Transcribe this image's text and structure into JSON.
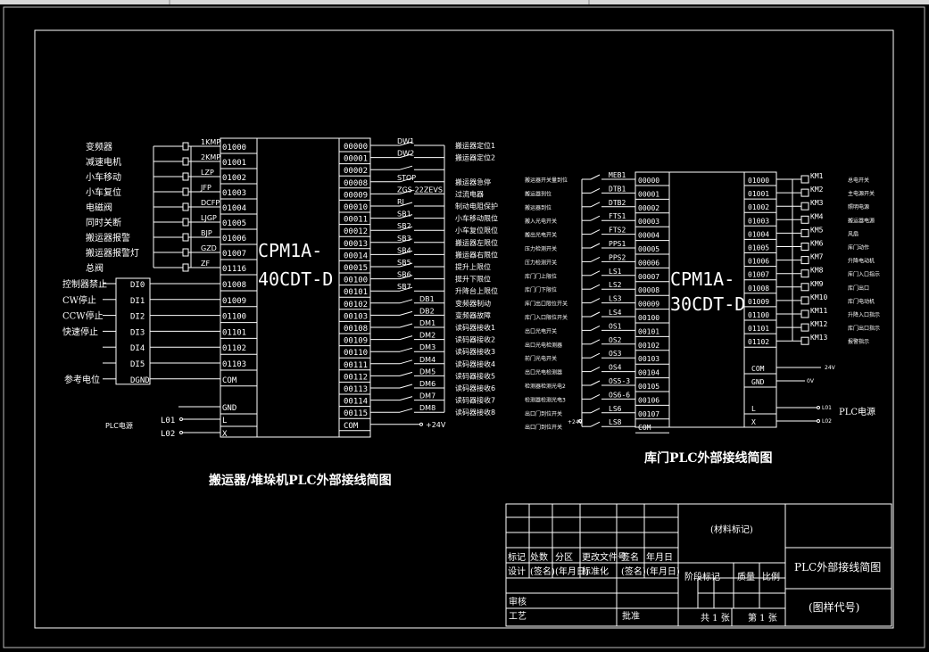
{
  "left_plc": {
    "model_line1": "CPM1A-",
    "model_line2": "40CDT-D",
    "caption": "搬运器/堆垛机PLC外部接线简图",
    "inputs": [
      {
        "label": "变频器",
        "addr": "01000",
        "switch": "1KMP"
      },
      {
        "label": "减速电机",
        "addr": "01001",
        "switch": "2KMP"
      },
      {
        "label": "小车移动",
        "addr": "01002",
        "switch": "LZP"
      },
      {
        "label": "小车复位",
        "addr": "01003",
        "switch": "JFP"
      },
      {
        "label": "电磁阀",
        "addr": "01004",
        "switch": "DCFP"
      },
      {
        "label": "同时关断",
        "addr": "01005",
        "switch": "LJGP"
      },
      {
        "label": "搬运器报警",
        "addr": "01006",
        "switch": "BJP"
      },
      {
        "label": "搬运器报警灯",
        "addr": "01007",
        "switch": "GZD"
      },
      {
        "label": "总阀",
        "addr": "01116",
        "switch": "ZF"
      }
    ],
    "di": [
      {
        "label": "控制器禁止",
        "addr": "01008",
        "pin": "DI0"
      },
      {
        "label": "CW停止",
        "addr": "01009",
        "pin": "DI1"
      },
      {
        "label": "CCW停止",
        "addr": "01100",
        "pin": "DI2"
      },
      {
        "label": "快速停止",
        "addr": "01101",
        "pin": "DI3"
      },
      {
        "label": "",
        "addr": "01102",
        "pin": "DI4"
      },
      {
        "label": "",
        "addr": "01103",
        "pin": "DI5"
      },
      {
        "label": "参考电位",
        "addr": "COM",
        "pin": "DGND"
      }
    ],
    "power": {
      "gnd": "GND",
      "l": "L",
      "x": "X",
      "label": "PLC电源",
      "l01": "L01",
      "l02": "L02"
    },
    "outputs": [
      {
        "addr": "00000",
        "switch": "DW1",
        "label": "搬运器定位1"
      },
      {
        "addr": "00001",
        "switch": "DW2",
        "label": "搬运器定位2"
      },
      {
        "addr": "00002",
        "switch": "",
        "label": ""
      },
      {
        "addr": "00008",
        "switch": "STOP",
        "label": "搬运器急停"
      },
      {
        "addr": "00009",
        "switch": "ZGS-22ZEVS",
        "label": "过流电器"
      },
      {
        "addr": "00010",
        "switch": "RJ",
        "label": "制动电阻保护"
      },
      {
        "addr": "00011",
        "switch": "SB1",
        "label": "小车移动限位"
      },
      {
        "addr": "00012",
        "switch": "SB2",
        "label": "小车复位限位"
      },
      {
        "addr": "00013",
        "switch": "SB3",
        "label": "搬运器左限位"
      },
      {
        "addr": "00014",
        "switch": "SB4",
        "label": "搬运器右限位"
      },
      {
        "addr": "00015",
        "switch": "SB5",
        "label": "提升上限位"
      },
      {
        "addr": "00100",
        "switch": "SB6",
        "label": "提升下限位"
      },
      {
        "addr": "00101",
        "switch": "SB7",
        "label": "升降台上限位"
      },
      {
        "addr": "00102",
        "switch": "DB1",
        "label": "变频器制动"
      },
      {
        "addr": "00103",
        "switch": "DB2",
        "label": "变频器故障"
      },
      {
        "addr": "00108",
        "switch": "DM1",
        "label": "读码器接收1"
      },
      {
        "addr": "00109",
        "switch": "DM2",
        "label": "读码器接收2"
      },
      {
        "addr": "00110",
        "switch": "DM3",
        "label": "读码器接收3"
      },
      {
        "addr": "00111",
        "switch": "DM4",
        "label": "读码器接收4"
      },
      {
        "addr": "00112",
        "switch": "DM5",
        "label": "读码器接收5"
      },
      {
        "addr": "00113",
        "switch": "DM6",
        "label": "读码器接收6"
      },
      {
        "addr": "00114",
        "switch": "DM7",
        "label": "读码器接收7"
      },
      {
        "addr": "00115",
        "switch": "DM8",
        "label": "读码器接收8"
      },
      {
        "addr": "COM",
        "switch": "",
        "label": "+24V"
      }
    ]
  },
  "right_plc": {
    "model_line1": "CPM1A-",
    "model_line2": "30CDT-D",
    "caption": "库门PLC外部接线简图",
    "inputs": [
      {
        "label": "搬运器开关量到位",
        "sw": "MEB1",
        "addr": "00000"
      },
      {
        "label": "搬运器到位",
        "sw": "DTB1",
        "addr": "00001"
      },
      {
        "label": "搬运器到位",
        "sw": "DTB2",
        "addr": "00002"
      },
      {
        "label": "搬入光电开关",
        "sw": "FTS1",
        "addr": "00003"
      },
      {
        "label": "搬出光电开关",
        "sw": "FTS2",
        "addr": "00004"
      },
      {
        "label": "压力检测开关",
        "sw": "PPS1",
        "addr": "00005"
      },
      {
        "label": "压力检测开关",
        "sw": "PPS2",
        "addr": "00006"
      },
      {
        "label": "库门门上限位",
        "sw": "LS1",
        "addr": "00007"
      },
      {
        "label": "库门门下限位",
        "sw": "LS2",
        "addr": "00008"
      },
      {
        "label": "库门出口限位开关",
        "sw": "LS3",
        "addr": "00009"
      },
      {
        "label": "库门入口限位开关",
        "sw": "LS4",
        "addr": "00100"
      },
      {
        "label": "出口光电开关",
        "sw": "OS1",
        "addr": "00101"
      },
      {
        "label": "出口光电检测器",
        "sw": "OS2",
        "addr": "00102"
      },
      {
        "label": "前门光电开关",
        "sw": "OS3",
        "addr": "00103"
      },
      {
        "label": "出口光电检测器",
        "sw": "OS4",
        "addr": "00104"
      },
      {
        "label": "检测器检测光电2",
        "sw": "OS5-3",
        "addr": "00105"
      },
      {
        "label": "检测器检测光电3",
        "sw": "OS6-6",
        "addr": "00106"
      },
      {
        "label": "出口门到位开关",
        "sw": "LS6",
        "addr": "00107"
      },
      {
        "label": "出口门到位开关",
        "sw": "LS8",
        "addr": "COM"
      }
    ],
    "plus24": "+24V",
    "outputs": [
      {
        "addr": "01000",
        "km": "KM1",
        "label": "总电开关"
      },
      {
        "addr": "01001",
        "km": "KM2",
        "label": "主电源开关"
      },
      {
        "addr": "01002",
        "km": "KM3",
        "label": "照明电源"
      },
      {
        "addr": "01003",
        "km": "KM4",
        "label": "搬运器电源"
      },
      {
        "addr": "01004",
        "km": "KM5",
        "label": "风扇"
      },
      {
        "addr": "01005",
        "km": "KM6",
        "label": "库门动作"
      },
      {
        "addr": "01006",
        "km": "KM7",
        "label": "升降电动机"
      },
      {
        "addr": "01007",
        "km": "KM8",
        "label": "库门入口指示"
      },
      {
        "addr": "01008",
        "km": "KM9",
        "label": "库门出口"
      },
      {
        "addr": "01009",
        "km": "KM10",
        "label": "库门电动机"
      },
      {
        "addr": "01100",
        "km": "KM11",
        "label": "升降入口指示"
      },
      {
        "addr": "01101",
        "km": "KM12",
        "label": "库门出口指示"
      },
      {
        "addr": "01102",
        "km": "KM13",
        "label": "报警指示"
      }
    ],
    "com": "COM",
    "gnd": "GND",
    "l": "L",
    "x": "X",
    "v24": "24V",
    "v0": "0V",
    "power_label": "PLC电源",
    "l01": "L01",
    "l02": "L02"
  },
  "title_block": {
    "material": "(材料标记)",
    "drawing_title": "PLC外部接线简图",
    "drawing_code": "(图样代号)",
    "row1": [
      "标记",
      "处数",
      "分区",
      "更改文件号",
      "签名",
      "年月日"
    ],
    "row2": [
      "设计",
      "(签名)",
      "(年月日)",
      "标准化",
      "(签名)",
      "(年月日)"
    ],
    "stage": "阶段标记",
    "weight": "质量",
    "scale": "比例",
    "review": "审核",
    "process": "工艺",
    "approve": "批准",
    "sheets": "共 1 张",
    "sheet": "第 1 张"
  }
}
